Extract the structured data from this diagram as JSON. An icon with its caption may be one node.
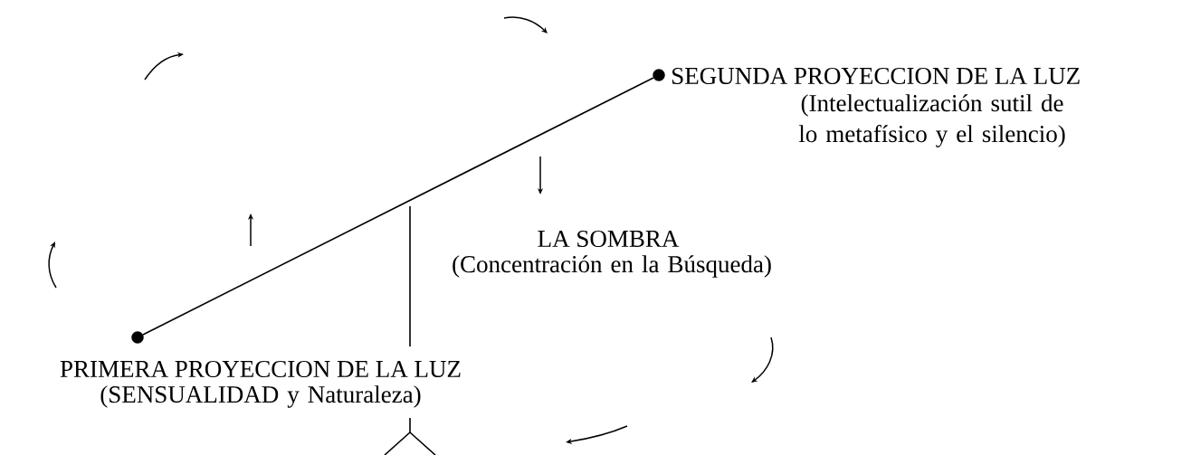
{
  "diagram": {
    "nodes": [
      {
        "text": [
          "SEGUNDA PROYECCION DE LA LUZ",
          "(Intelectualización sutil de lo metafísico y el silencio)"
        ]
      },
      {
        "text": [
          "LA SOMBRA",
          "(Concentración en la Búsqueda)"
        ]
      },
      {
        "text": [
          "PRIMERA PROYECCION DE LA LUZ",
          "(SENSUALIDAD y Naturaleza)"
        ]
      },
      {
        "text": [],
        "shape": "circle"
      },
      {
        "text": [],
        "shape": "circle"
      }
    ],
    "edges": [
      {
        "from": 3,
        "to": 4,
        "arrow": "none"
      }
    ]
  }
}
